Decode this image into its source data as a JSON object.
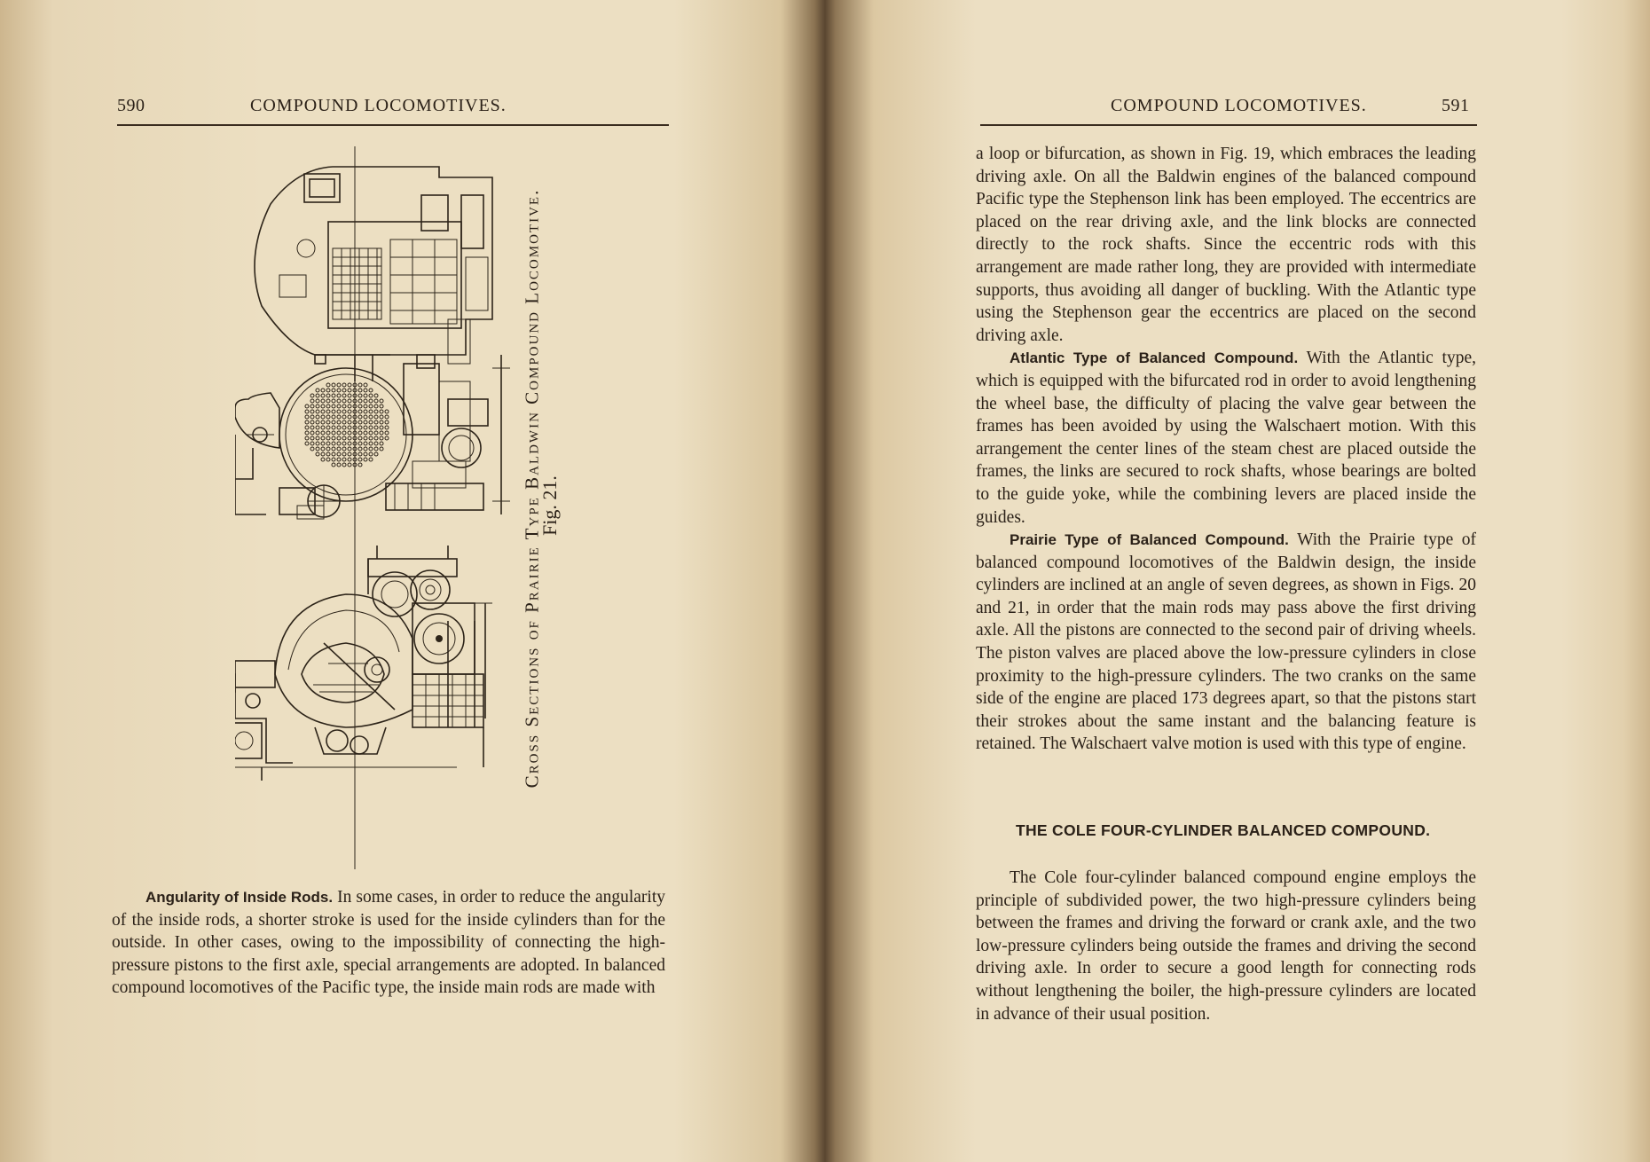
{
  "left_page": {
    "page_number": "590",
    "running_head": "COMPOUND LOCOMOTIVES.",
    "figure": {
      "caption": "Cross Sections of Prairie Type Baldwin Compound Locomotive.",
      "label": "Fig. 21."
    },
    "runin_heading": "Angularity of Inside Rods.",
    "body_text": "In some cases, in order to reduce the angularity of the inside rods, a shorter stroke is used for the inside cylinders than for the outside. In other cases, owing to the impossibility of connecting the high-pressure pistons to the first axle, special arrangements are adopted. In balanced compound locomotives of the Pacific type, the inside main rods are made with"
  },
  "right_page": {
    "page_number": "591",
    "running_head": "COMPOUND LOCOMOTIVES.",
    "para1": "a loop or bifurcation, as shown in Fig. 19, which embraces the leading driving axle. On all the Baldwin engines of the balanced compound Pacific type the Stephenson link has been employed. The eccentrics are placed on the rear driving axle, and the link blocks are connected directly to the rock shafts. Since the eccentric rods with this arrangement are made rather long, they are provided with intermediate supports, thus avoiding all danger of buckling. With the Atlantic type using the Stephenson gear the eccentrics are placed on the second driving axle.",
    "para2_heading": "Atlantic Type of Balanced Compound.",
    "para2_text": "With the Atlantic type, which is equipped with the bifurcated rod in order to avoid lengthening the wheel base, the difficulty of placing the valve gear between the frames has been avoided by using the Walschaert motion. With this arrangement the center lines of the steam chest are placed outside the frames, the links are secured to rock shafts, whose bearings are bolted to the guide yoke, while the combining levers are placed inside the guides.",
    "para3_heading": "Prairie Type of Balanced Compound.",
    "para3_text": "With the Prairie type of balanced compound locomotives of the Baldwin design, the inside cylinders are inclined at an angle of seven degrees, as shown in Figs. 20 and 21, in order that the main rods may pass above the first driving axle. All the pistons are connected to the second pair of driving wheels. The piston valves are placed above the low-pressure cylinders in close proximity to the high-pressure cylinders. The two cranks on the same side of the engine are placed 173 degrees apart, so that the pistons start their strokes about the same instant and the balancing feature is retained. The Walschaert valve motion is used with this type of engine.",
    "section_heading": "THE COLE FOUR-CYLINDER BALANCED COMPOUND.",
    "para4": "The Cole four-cylinder balanced compound engine employs the principle of subdivided power, the two high-pressure cylinders being between the frames and driving the forward or crank axle, and the two low-pressure cylinders being outside the frames and driving the second driving axle. In order to secure a good length for connecting rods without lengthening the boiler, the high-pressure cylinders are located in advance of their usual position."
  }
}
